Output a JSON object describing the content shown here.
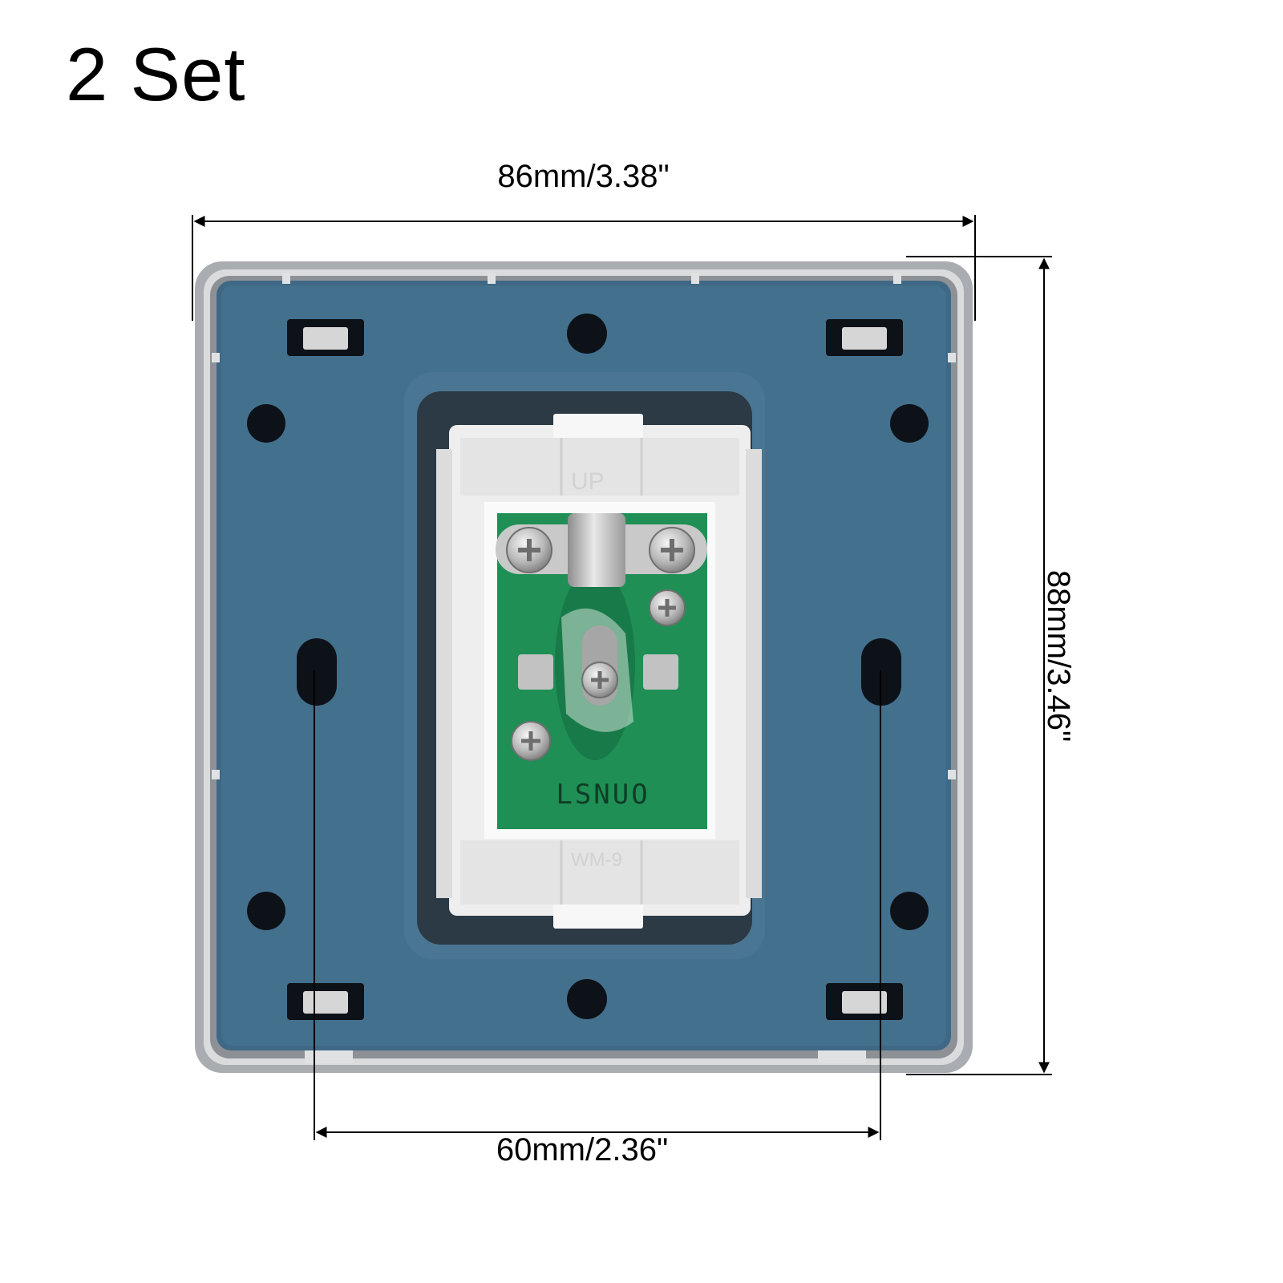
{
  "title": "2 Set",
  "dimensions": {
    "width": "86mm/3.38\"",
    "height": "88mm/3.46\"",
    "hole_spacing": "60mm/2.36\""
  },
  "product": {
    "board_marking": "LSNUO",
    "housing_marking_top": "UP",
    "housing_marking_bottom": "WM-9"
  },
  "colors": {
    "plate": "#3e6885",
    "frame": "#b9bcbf",
    "pcb": "#1f8f56",
    "housing": "#efefef"
  }
}
